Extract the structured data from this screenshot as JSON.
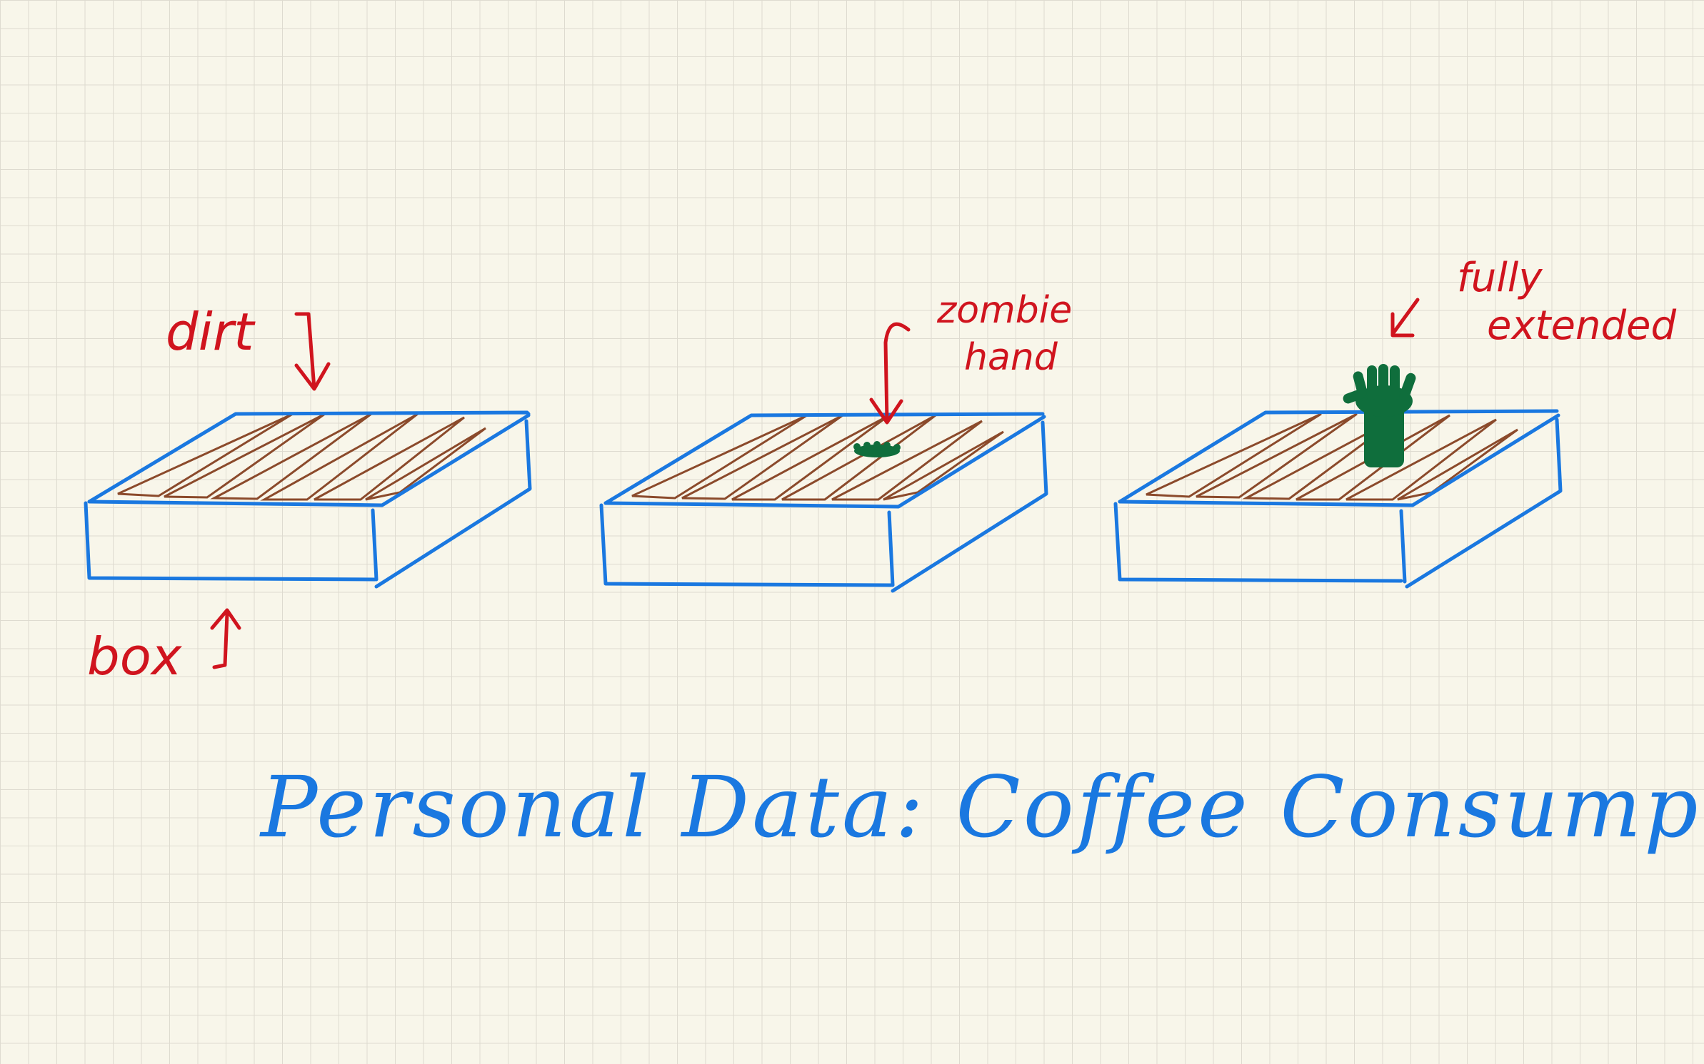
{
  "title": "Personal Data: Coffee Consumption",
  "annotations": {
    "dirt": "dirt",
    "box": "box",
    "zombie_hand_line1": "zombie",
    "zombie_hand_line2": "hand",
    "fully_extended_line1": "fully",
    "fully_extended_line2": "extended"
  },
  "stages": [
    {
      "name": "stage-1",
      "hand_extension": 0
    },
    {
      "name": "stage-2",
      "hand_extension": 0.15
    },
    {
      "name": "stage-3",
      "hand_extension": 1
    }
  ],
  "colors": {
    "paper": "#f8f6ea",
    "grid": "#dedbd0",
    "box_outline": "#1a78e0",
    "dirt": "#8b4a2b",
    "hand": "#0f6e3c",
    "annotation": "#d0141e",
    "title": "#1a78e0"
  }
}
